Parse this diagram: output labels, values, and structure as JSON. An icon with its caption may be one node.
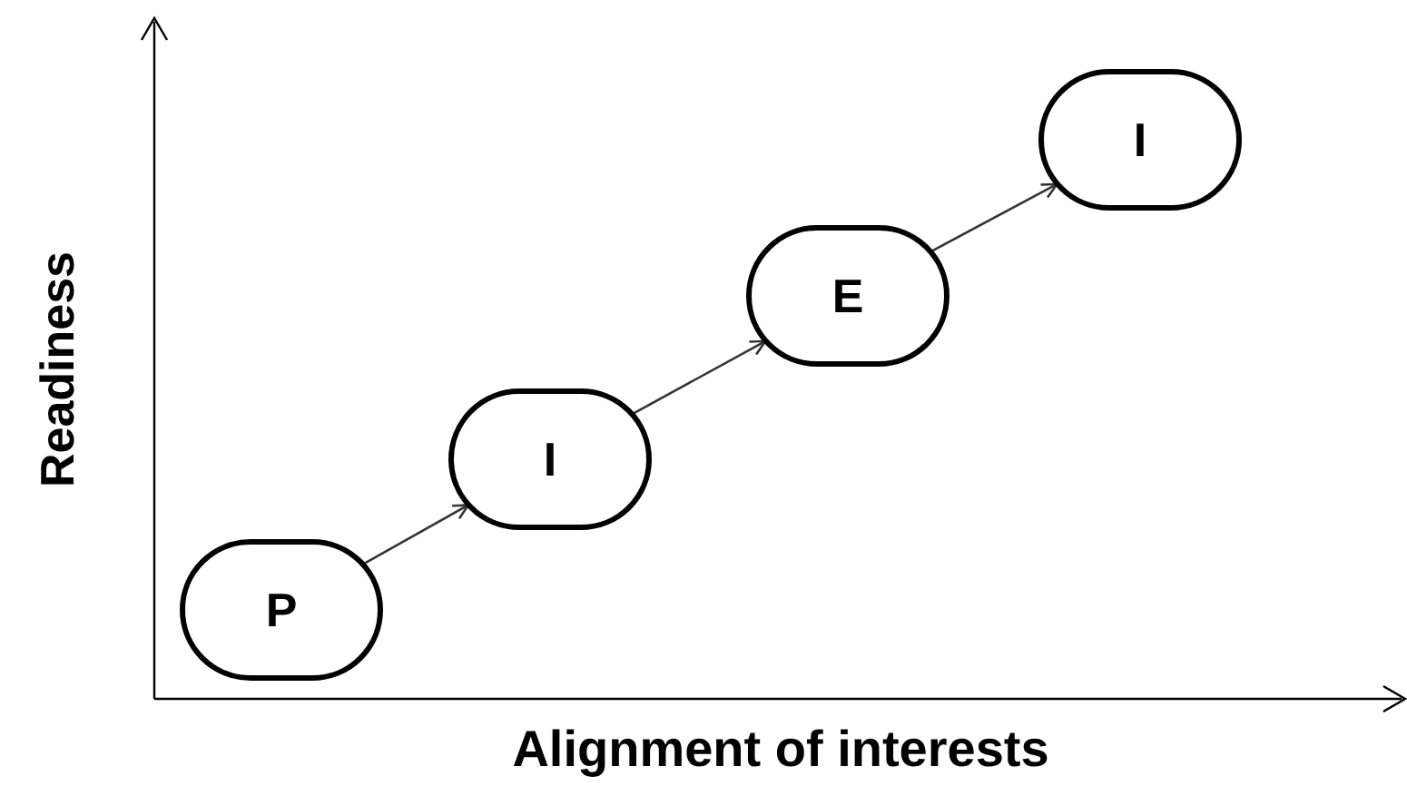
{
  "diagram": {
    "nodes": [
      {
        "text": [
          "P"
        ]
      },
      {
        "text": [
          "I"
        ]
      },
      {
        "text": [
          "E"
        ]
      },
      {
        "text": [
          "I"
        ]
      }
    ],
    "edges": [
      {
        "from": 0,
        "to": 1,
        "arrow": "to"
      },
      {
        "from": 1,
        "to": 2,
        "arrow": "to"
      },
      {
        "from": 2,
        "to": 3,
        "arrow": "to"
      }
    ],
    "labels": [
      "Readiness",
      "Alignment of interests"
    ]
  }
}
